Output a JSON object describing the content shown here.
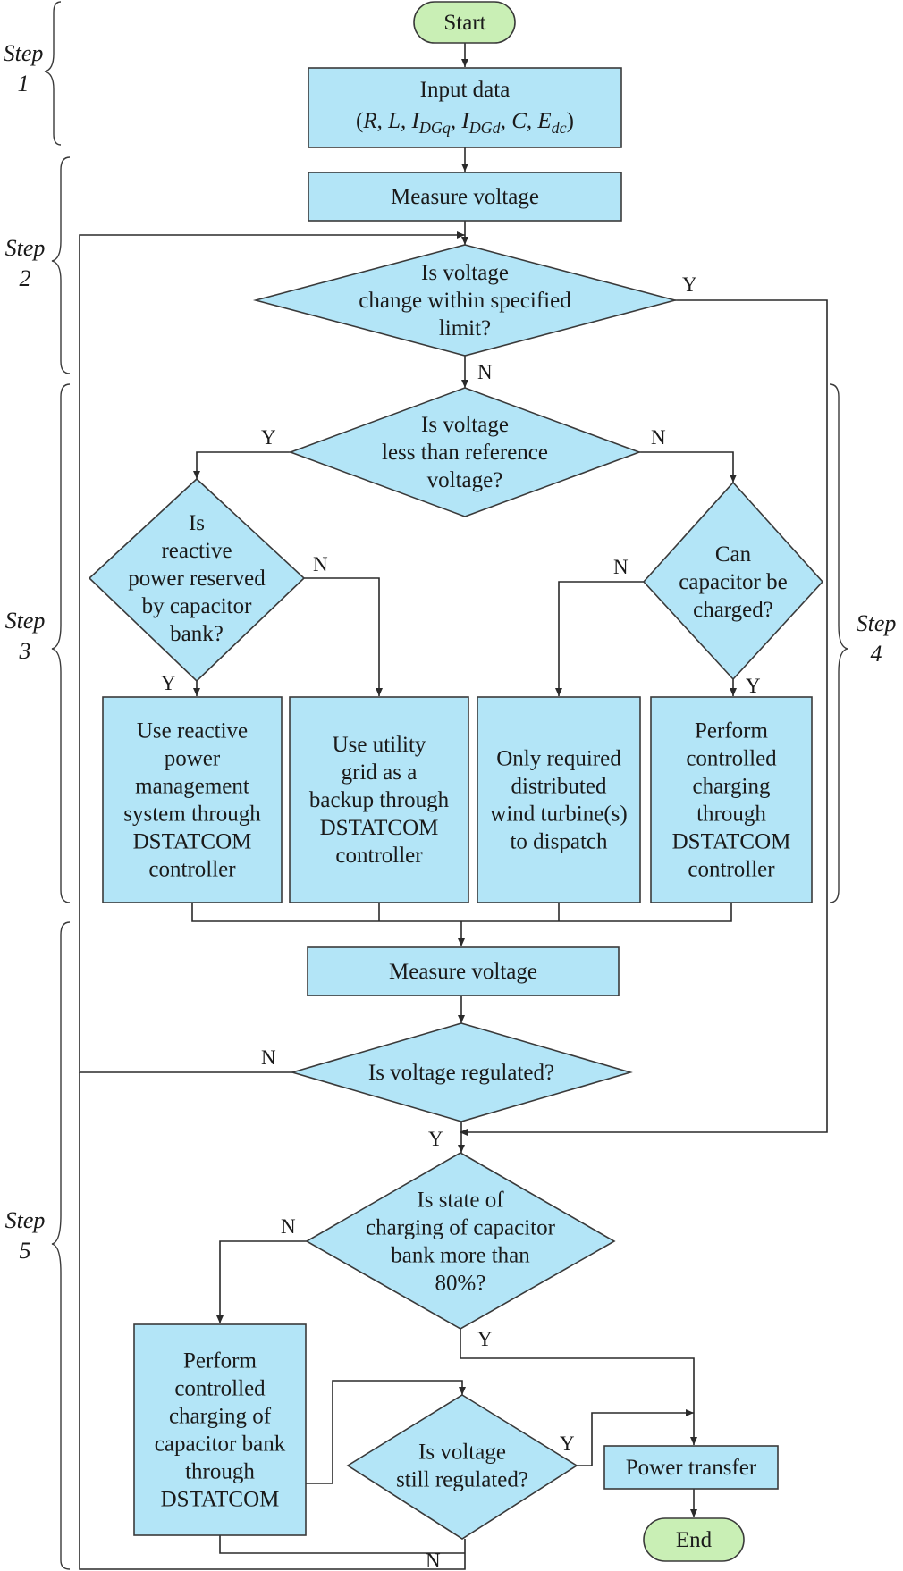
{
  "steps": [
    "Step\n1",
    "Step\n2",
    "Step\n3",
    "Step\n4",
    "Step\n5"
  ],
  "nodes": {
    "start": "Start",
    "input": "Input data",
    "input_vars": [
      "(",
      "R",
      ", ",
      "L",
      ", ",
      "I",
      "DGq",
      ", ",
      "I",
      "DGd",
      ", ",
      "C",
      ", ",
      "E",
      "dc",
      ")"
    ],
    "measure1": "Measure voltage",
    "d_limit": "Is voltage\nchange within specified\nlimit?",
    "d_less": "Is voltage\nless than reference\nvoltage?",
    "d_reserved": "Is\nreactive\npower reserved\nby capacitor\nbank?",
    "d_charge": "Can\ncapacitor be\ncharged?",
    "b_use_reactive": "Use reactive\npower\nmanagement\nsystem through\nDSTATCOM\ncontroller",
    "b_use_grid": "Use utility\ngrid as a\nbackup through\nDSTATCOM\ncontroller",
    "b_wind": "Only required\ndistributed\nwind turbine(s)\nto dispatch",
    "b_controlled": "Perform\ncontrolled\ncharging\nthrough\nDSTATCOM\ncontroller",
    "measure2": "Measure voltage",
    "d_regulated": "Is voltage regulated?",
    "d_soc": "Is state of\ncharging of capacitor\nbank more than\n80%?",
    "b_charge_bank": "Perform\ncontrolled\ncharging of\ncapacitor bank\nthrough\nDSTATCOM",
    "d_still": "Is voltage\nstill regulated?",
    "power_transfer": "Power transfer",
    "end": "End"
  },
  "edge_labels": {
    "limit_yes": "Y",
    "limit_no": "N",
    "less_yes": "Y",
    "less_no": "N",
    "reserved_no": "N",
    "reserved_yes": "Y",
    "charge_no": "N",
    "charge_yes": "Y",
    "regulated_no": "N",
    "regulated_yes": "Y",
    "soc_no": "N",
    "soc_yes": "Y",
    "still_yes": "Y",
    "still_no": "N"
  },
  "colors": {
    "process_fill": "#b3e5f7",
    "terminal_fill": "#c9efb5",
    "stroke": "#2a2a2a"
  }
}
